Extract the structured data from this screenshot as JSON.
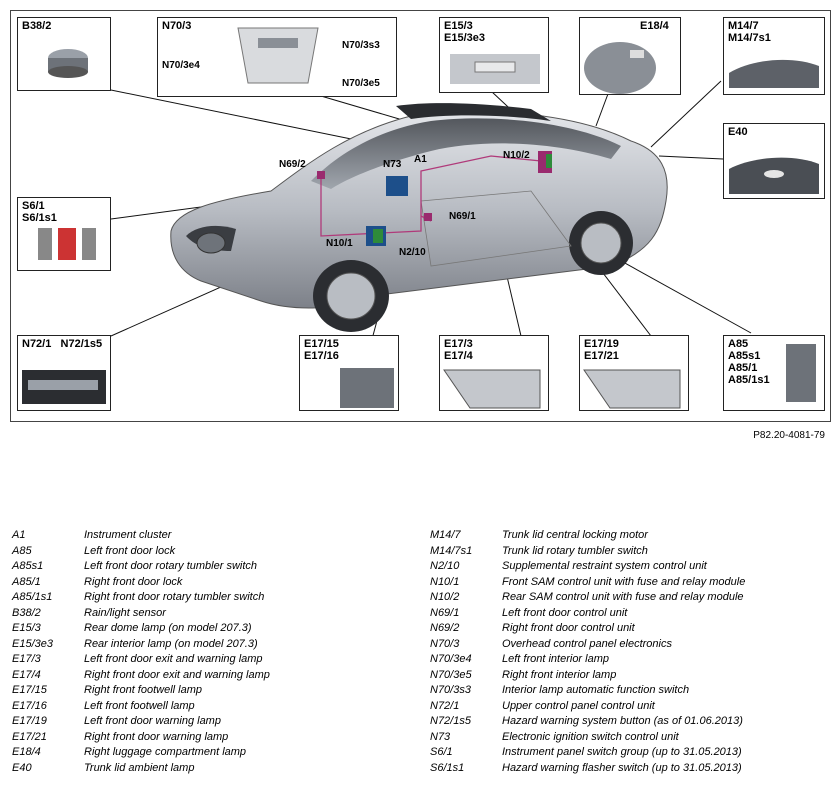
{
  "callouts": [
    {
      "id": "b38",
      "labels": [
        "B38/2"
      ]
    },
    {
      "id": "n70",
      "labels": [
        "N70/3"
      ],
      "tags": [
        "N70/3s3",
        "N70/3e4",
        "N70/3e5"
      ]
    },
    {
      "id": "e15",
      "labels": [
        "E15/3",
        "E15/3e3"
      ]
    },
    {
      "id": "e18",
      "labels": [
        "E18/4"
      ]
    },
    {
      "id": "m14",
      "labels": [
        "M14/7",
        "M14/7s1"
      ]
    },
    {
      "id": "e40",
      "labels": [
        "E40"
      ]
    },
    {
      "id": "s6",
      "labels": [
        "S6/1",
        "S6/1s1"
      ]
    },
    {
      "id": "n72",
      "labels": [
        "N72/1",
        "N72/1s5"
      ]
    },
    {
      "id": "e1715",
      "labels": [
        "E17/15",
        "E17/16"
      ]
    },
    {
      "id": "e173",
      "labels": [
        "E17/3",
        "E17/4"
      ]
    },
    {
      "id": "e1719",
      "labels": [
        "E17/19",
        "E17/21"
      ]
    },
    {
      "id": "a85",
      "labels": [
        "A85",
        "A85s1",
        "A85/1",
        "A85/1s1"
      ]
    }
  ],
  "car_tags": [
    "N69/2",
    "N73",
    "A1",
    "N10/2",
    "N69/1",
    "N10/1",
    "N2/10"
  ],
  "reference": "P82.20-4081-79",
  "legend_left": [
    {
      "code": "A1",
      "desc": "Instrument cluster"
    },
    {
      "code": "A85",
      "desc": "Left front door lock"
    },
    {
      "code": "A85s1",
      "desc": "Left front door rotary tumbler switch"
    },
    {
      "code": "A85/1",
      "desc": "Right front door lock"
    },
    {
      "code": "A85/1s1",
      "desc": "Right front door rotary tumbler switch"
    },
    {
      "code": "B38/2",
      "desc": "Rain/light sensor"
    },
    {
      "code": "E15/3",
      "desc": "Rear dome lamp (on model 207.3)"
    },
    {
      "code": "E15/3e3",
      "desc": "Rear interior lamp (on model 207.3)"
    },
    {
      "code": "E17/3",
      "desc": "Left front door exit and warning lamp"
    },
    {
      "code": "E17/4",
      "desc": "Right front door exit and warning lamp"
    },
    {
      "code": "E17/15",
      "desc": "Right front footwell lamp"
    },
    {
      "code": "E17/16",
      "desc": "Left front footwell lamp"
    },
    {
      "code": "E17/19",
      "desc": "Left front door warning lamp"
    },
    {
      "code": "E17/21",
      "desc": "Right front door warning lamp"
    },
    {
      "code": "E18/4",
      "desc": "Right luggage compartment lamp"
    },
    {
      "code": "E40",
      "desc": "Trunk lid ambient lamp"
    }
  ],
  "legend_right": [
    {
      "code": "M14/7",
      "desc": "Trunk lid central locking motor"
    },
    {
      "code": "M14/7s1",
      "desc": "Trunk lid rotary tumbler switch"
    },
    {
      "code": "N2/10",
      "desc": "Supplemental restraint system control unit"
    },
    {
      "code": "N10/1",
      "desc": "Front SAM control unit with fuse and relay module"
    },
    {
      "code": "N10/2",
      "desc": "Rear SAM control unit with fuse and relay module"
    },
    {
      "code": "N69/1",
      "desc": "Left front door control unit"
    },
    {
      "code": "N69/2",
      "desc": "Right front door control unit"
    },
    {
      "code": "N70/3",
      "desc": "Overhead control panel electronics"
    },
    {
      "code": "N70/3e4",
      "desc": "Left front interior lamp"
    },
    {
      "code": "N70/3e5",
      "desc": "Right front interior lamp"
    },
    {
      "code": "N70/3s3",
      "desc": "Interior lamp automatic function switch"
    },
    {
      "code": "N72/1",
      "desc": "Upper control panel control unit"
    },
    {
      "code": "N72/1s5",
      "desc": "Hazard warning system button (as of 01.06.2013)"
    },
    {
      "code": "N73",
      "desc": "Electronic ignition switch control unit"
    },
    {
      "code": "S6/1",
      "desc": "Instrument panel switch group (up to 31.05.2013)"
    },
    {
      "code": "S6/1s1",
      "desc": "Hazard warning flasher switch (up to 31.05.2013)"
    }
  ]
}
